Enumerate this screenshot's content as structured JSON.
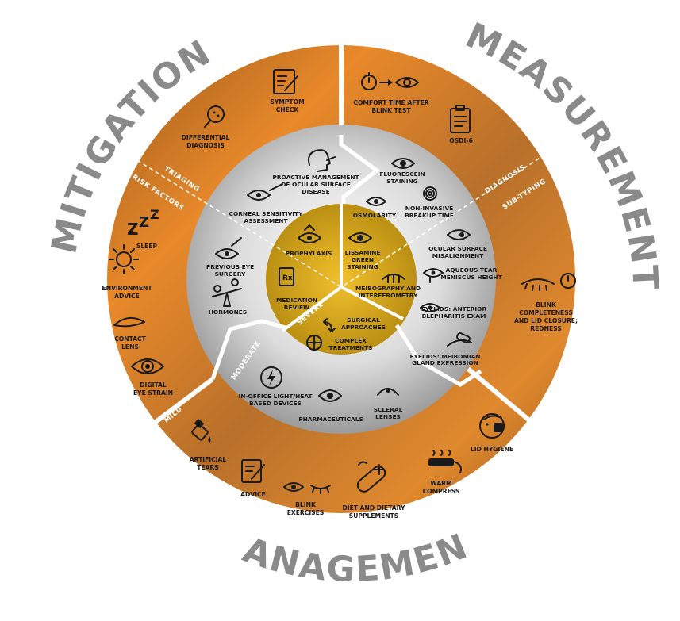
{
  "quadrants": {
    "mitigation": "MITIGATION",
    "measurement": "MEASUREMENT",
    "management": "MANAGEMENT"
  },
  "tags": {
    "triaging": "TRIAGING",
    "risk_factors": "RISK FACTORS",
    "diagnosis": "DIAGNOSIS",
    "sub_typing": "SUB-TYPING",
    "mild": "MILD",
    "moderate": "MODERATE",
    "severe": "SEVERE"
  },
  "outer": {
    "symptom_check": [
      "SYMPTOM",
      "CHECK"
    ],
    "differential_diagnosis": [
      "DIFFERENTIAL",
      "DIAGNOSIS"
    ],
    "sleep": [
      "SLEEP"
    ],
    "environment_advice": [
      "ENVIRONMENT",
      "ADVICE"
    ],
    "contact_lens": [
      "CONTACT",
      "LENS"
    ],
    "digital_eye_strain": [
      "DIGITAL",
      "EYE STRAIN"
    ],
    "comfort_time": [
      "COMFORT TIME AFTER",
      "BLINK TEST"
    ],
    "osdi": [
      "OSDI-6"
    ],
    "blink_completeness": [
      "BLINK",
      "COMPLETENESS",
      "AND LID CLOSURE;",
      "REDNESS"
    ],
    "lid_hygiene": [
      "LID HYGIENE"
    ],
    "warm_compress": [
      "WARM",
      "COMPRESS"
    ],
    "diet": [
      "DIET AND DIETARY",
      "SUPPLEMENTS"
    ],
    "blink_exercises": [
      "BLINK",
      "EXERCISES"
    ],
    "advice": [
      "ADVICE"
    ],
    "artificial_tears": [
      "ARTIFICIAL",
      "TEARS"
    ]
  },
  "middle": {
    "proactive": [
      "PROACTIVE MANAGEMENT",
      "OF OCULAR SURFACE",
      "DISEASE"
    ],
    "corneal": [
      "CORNEAL SENSITIVITY",
      "ASSESSMENT"
    ],
    "previous_surgery": [
      "PREVIOUS EYE",
      "SURGERY"
    ],
    "hormones": [
      "HORMONES"
    ],
    "fluorescein": [
      "FLUORESCEIN",
      "STAINING"
    ],
    "osmolarity": [
      "OSMOLARITY"
    ],
    "nibut": [
      "NON-INVASIVE",
      "BREAKUP TIME"
    ],
    "ocular_misalignment": [
      "OCULAR SURFACE",
      "MISALIGNMENT"
    ],
    "aqueous": [
      "AQUEOUS TEAR",
      "MENISCUS HEIGHT"
    ],
    "eyelids_anterior": [
      "EYELIDS: ANTERIOR",
      "BLEPHARITIS EXAM"
    ],
    "eyelids_meibomian": [
      "EYELIDS: MEIBOMIAN",
      "GLAND EXPRESSION"
    ],
    "in_office": [
      "IN-OFFICE LIGHT/HEAT",
      "BASED DEVICES"
    ],
    "pharmaceuticals": [
      "PHARMACEUTICALS"
    ],
    "scleral": [
      "SCLERAL",
      "LENSES"
    ]
  },
  "inner": {
    "prophylaxis": [
      "PROPHYLAXIS"
    ],
    "medication_review": [
      "MEDICATION",
      "REVIEW"
    ],
    "lissamine": [
      "LISSAMINE",
      "GREEN",
      "STAINING"
    ],
    "meibography": [
      "MEIBOGRAPHY AND",
      "INTERFEROMETRY"
    ],
    "surgical": [
      "SURGICAL",
      "APPROACHES"
    ],
    "complex": [
      "COMPLEX",
      "TREATMENTS"
    ]
  },
  "colors": {
    "outer_light": "#e8892a",
    "outer_dark": "#9a5a1c",
    "middle_light": "#e6e6e6",
    "middle_dark": "#8c8c8c",
    "inner_light": "#f2c02e",
    "inner_dark": "#b58a10",
    "quadrant_text": "#8a8a8a"
  },
  "icons": [
    "edit-document-icon",
    "magnifier-icon",
    "zzz-icon",
    "sun-icon",
    "contact-lens-icon",
    "digital-eye-icon",
    "stopwatch-eye-icon",
    "clipboard-icon",
    "blink-stopwatch-icon",
    "face-washing-icon",
    "warm-compress-icon",
    "supplement-capsule-icon",
    "blink-eye-icon",
    "advice-document-icon",
    "eye-drop-icon"
  ]
}
